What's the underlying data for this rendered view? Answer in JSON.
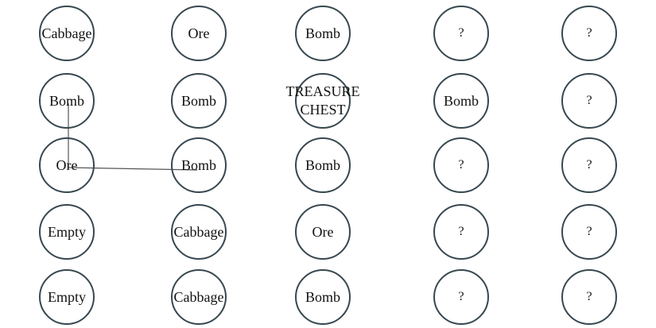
{
  "board": {
    "rows": [
      [
        "Cabbage",
        "Ore",
        "Bomb",
        "?",
        "?"
      ],
      [
        "Bomb",
        "Bomb",
        "TREASURE CHEST",
        "Bomb",
        "?"
      ],
      [
        "Ore",
        "Bomb",
        "Bomb",
        "?",
        "?"
      ],
      [
        "Empty",
        "Cabbage",
        "Ore",
        "?",
        "?"
      ],
      [
        "Empty",
        "Cabbage",
        "Bomb",
        "?",
        "?"
      ]
    ],
    "hidden_symbol": "?",
    "path": [
      [
        1,
        0
      ],
      [
        2,
        0
      ],
      [
        2,
        1
      ]
    ],
    "colors": {
      "cell_border": "#37474f",
      "text": "#111111",
      "path_line": "#555555"
    }
  }
}
